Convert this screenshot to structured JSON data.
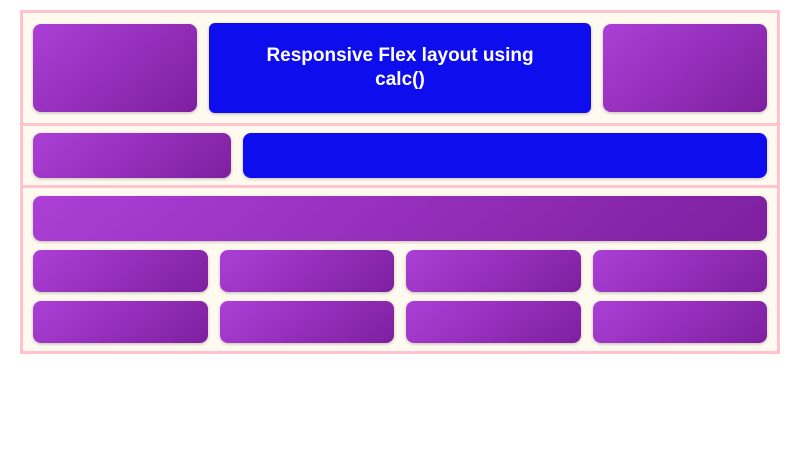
{
  "demo": {
    "title": "Responsive Flex layout using calc()",
    "colors": {
      "border_pink": "#ffc3cf",
      "panel_background": "#fffaf0",
      "purple_gradient_start": "#ab3fd6",
      "purple_gradient_end": "#7e1f9f",
      "blue": "#0d0dee",
      "title_text": "#ffffff",
      "page_background": "#ffffff"
    },
    "rows": [
      {
        "name": "header-row",
        "boxes": [
          "purple",
          "blue-with-title",
          "purple"
        ]
      },
      {
        "name": "second-row",
        "boxes": [
          "purple",
          "blue"
        ]
      },
      {
        "name": "full-width-row",
        "boxes": [
          "purple"
        ]
      },
      {
        "name": "grid-row-1",
        "boxes": [
          "purple",
          "purple",
          "purple",
          "purple"
        ]
      },
      {
        "name": "grid-row-2",
        "boxes": [
          "purple",
          "purple",
          "purple",
          "purple"
        ]
      }
    ]
  }
}
